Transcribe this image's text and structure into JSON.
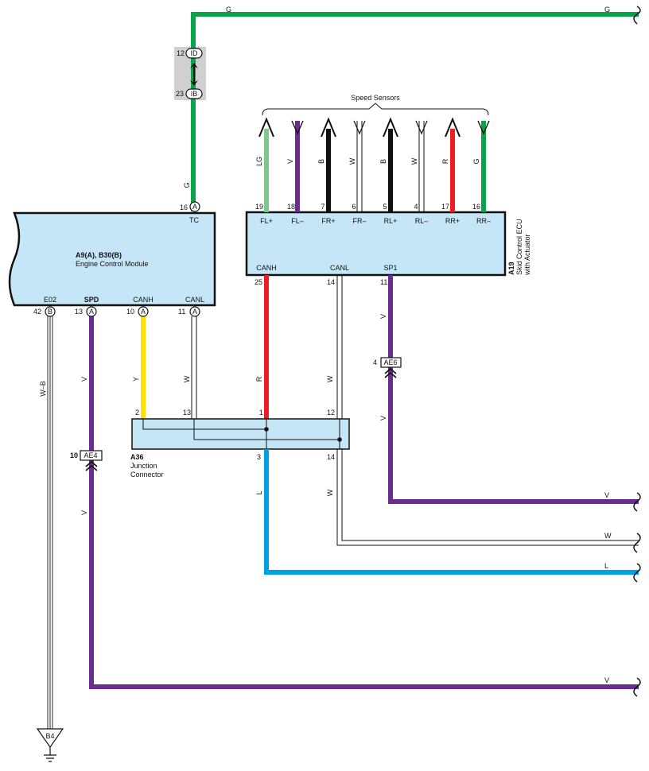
{
  "colors": {
    "G": "#0aa24a",
    "LG": "#7ec88c",
    "V": "#6a2c8f",
    "B": "#111111",
    "W": "#ffffff",
    "R": "#ee1c24",
    "Y": "#ffe000",
    "L": "#00a0e6",
    "box_fill": "#c5e6f7",
    "junction_bg": "#d0d0d0"
  },
  "top": {
    "left_wire_label": "G",
    "right_wire_label": "G"
  },
  "junction_block": {
    "upper_pin": "12",
    "upper_connector": "ID",
    "lower_pin": "23",
    "lower_connector": "IB"
  },
  "ecm": {
    "title": "A9(A), B30(B)",
    "subtitle": "Engine Control Module",
    "tc_label": "TC",
    "tc_pin": "16",
    "tc_connector": "A",
    "tc_wire_label": "G",
    "bottom_pins": [
      {
        "name": "E02",
        "pin": "42",
        "connector": "B",
        "wire": "W–B"
      },
      {
        "name": "SPD",
        "pin": "13",
        "connector": "A",
        "wire": "V"
      },
      {
        "name": "CANH",
        "pin": "10",
        "connector": "A",
        "wire": "Y"
      },
      {
        "name": "CANL",
        "pin": "11",
        "connector": "A",
        "wire": "W"
      }
    ]
  },
  "speed_sensors": {
    "label": "Speed Sensors",
    "pins": [
      {
        "wire": "LG",
        "pin": "19",
        "name": "FL+"
      },
      {
        "wire": "V",
        "pin": "18",
        "name": "FL–"
      },
      {
        "wire": "B",
        "pin": "7",
        "name": "FR+"
      },
      {
        "wire": "W",
        "pin": "6",
        "name": "FR–"
      },
      {
        "wire": "B",
        "pin": "5",
        "name": "RL+"
      },
      {
        "wire": "W",
        "pin": "4",
        "name": "RL–"
      },
      {
        "wire": "R",
        "pin": "17",
        "name": "RR+"
      },
      {
        "wire": "G",
        "pin": "16",
        "name": "RR–"
      }
    ]
  },
  "skid_ecu": {
    "code": "A19",
    "line1": "Skid Control ECU",
    "line2": "with Actuator",
    "bottom_pins": [
      {
        "name": "CANH",
        "pin": "25",
        "wire": "R"
      },
      {
        "name": "CANL",
        "pin": "14",
        "wire": "W"
      },
      {
        "name": "SP1",
        "pin": "11",
        "wire": "V"
      }
    ]
  },
  "ae6": {
    "pin": "4",
    "label": "AE6",
    "wire_below": "V"
  },
  "ae4": {
    "pin": "10",
    "label": "AE4",
    "wire_below": "V"
  },
  "junction_connector": {
    "code": "A36",
    "line1": "Junction",
    "line2": "Connector",
    "top_pins": [
      "2",
      "13",
      "1",
      "12"
    ],
    "bottom_pins": [
      "3",
      "14"
    ],
    "wire_l": "L",
    "wire_w": "W"
  },
  "right_exits": [
    "V",
    "W",
    "L",
    "V"
  ],
  "ground": {
    "label": "B4"
  }
}
